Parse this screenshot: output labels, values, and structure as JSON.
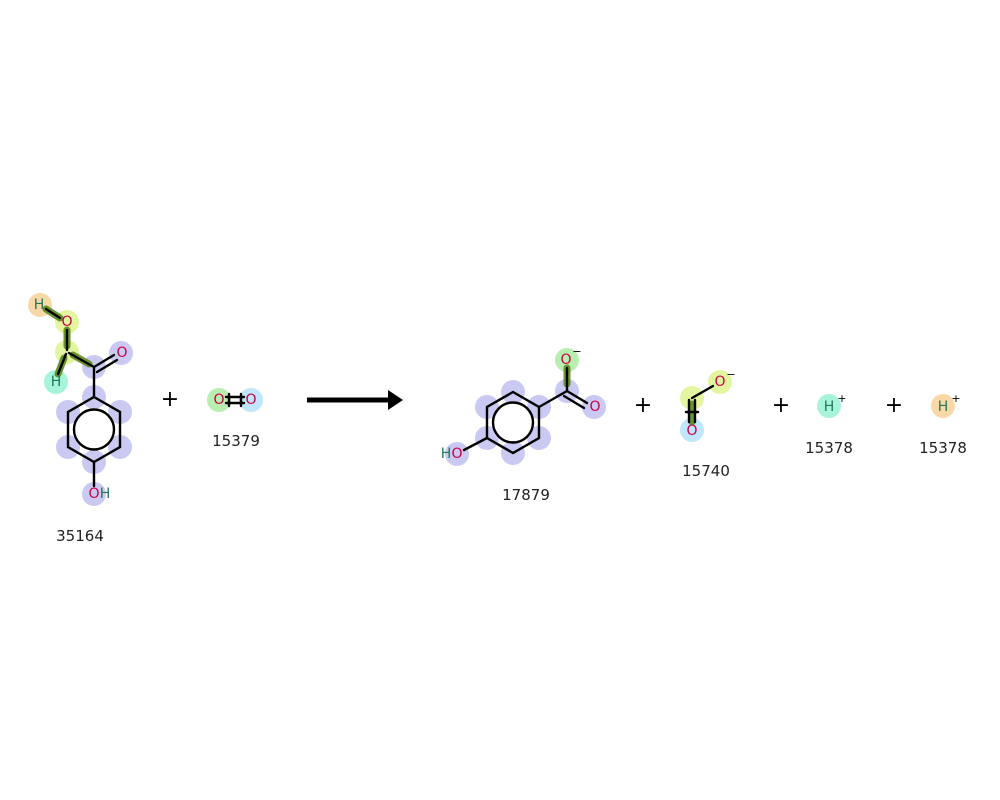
{
  "reaction": {
    "reactants": [
      {
        "id": "35164",
        "label": "35164"
      },
      {
        "id": "15379",
        "label": "15379"
      }
    ],
    "products": [
      {
        "id": "17879",
        "label": "17879"
      },
      {
        "id": "15740",
        "label": "15740"
      },
      {
        "id": "15378a",
        "label": "15378"
      },
      {
        "id": "15378b",
        "label": "15378"
      }
    ],
    "plus_sign": "+",
    "atoms": {
      "H": "H",
      "O": "O",
      "OH": "OH",
      "HO": "HO",
      "minus": "−",
      "plus": "+"
    }
  },
  "colors": {
    "oxygen_text": "#cc0044",
    "hydrogen_text": "#227755",
    "peach": "#f9d8a8",
    "yellow_green": "#e4f5a0",
    "green": "#b8eeb0",
    "cyan": "#bfe6fb",
    "mint": "#a6f4d9",
    "lavender": "#c9c9f2"
  }
}
